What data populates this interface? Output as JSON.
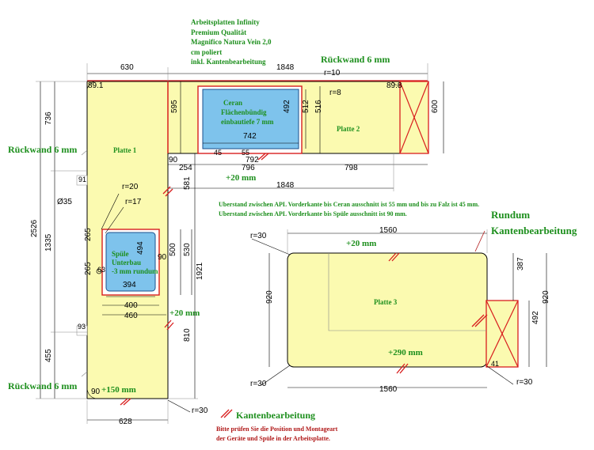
{
  "info": {
    "line1": "Arbeitsplatten Infinity",
    "line2": "Premium Qualität",
    "line3": "Magnifico Natura Vein 2,0",
    "line4": "cm poliert",
    "line5": "inkl. Kantenbearbeitung"
  },
  "labels": {
    "rueckwand_top": "Rückwand 6 mm",
    "rueckwand_left1": "Rückwand 6 mm",
    "rueckwand_left2": "Rückwand 6 mm",
    "platte1": "Platte 1",
    "platte2": "Platte 2",
    "platte3": "Platte 3",
    "ceran1": "Ceran",
    "ceran2": "Flächenbündig",
    "ceran3": "einbautiefe 7 mm",
    "spuele1": "Spüle",
    "spuele2": "Unterbau",
    "spuele3": "-3 mm rundum",
    "plus20_top": "+20 mm",
    "plus20_mid": "+20 mm",
    "plus20_p3": "+20 mm",
    "plus150": "+150 mm",
    "plus290": "+290 mm",
    "rundum1": "Rundum",
    "rundum2": "Kantenbearbeitung",
    "legend_kante": "Kantenbearbeitung",
    "note1": "Uberstand zwischen APL Vorderkante bis Ceran ausschnitt ist 55 mm und bis zu Falz ist 45 mm.",
    "note2": "Uberstand zwischen APL Vorderkante bis Spüle ausschnitt ist 90 mm.",
    "check1": "Bitte prüfen Sie die Position und Montageart",
    "check2": "der Geräte und Spüle in der Arbeitsplatte."
  },
  "dims": {
    "d630": "630",
    "d1848a": "1848",
    "r10": "r=10",
    "d89_1": "89.1",
    "d89_8": "89.8",
    "d736": "736",
    "d595": "595",
    "d492a": "492",
    "d512": "512",
    "d516": "516",
    "r8": "r=8",
    "d742": "742",
    "d55": "55",
    "d45": "45",
    "d792": "792",
    "d796": "796",
    "d798": "798",
    "d600": "600",
    "d90a": "90",
    "d254": "254",
    "d1848b": "1848",
    "d581": "581",
    "d91": "91",
    "r20": "r=20",
    "r17": "r=17",
    "d35": "Ø35",
    "d2526": "2526",
    "d1335": "1335",
    "d265a": "265",
    "d265b": "265",
    "d63": "63",
    "d494": "494",
    "d90b": "90",
    "d394": "394",
    "d500": "500",
    "d530": "530",
    "d1921": "1921",
    "d400": "400",
    "d460": "460",
    "d93": "93",
    "d810": "810",
    "d455": "455",
    "d90c": "90",
    "d628": "628",
    "r30a": "r=30",
    "r30b": "r=30",
    "d1560a": "1560",
    "d387": "387",
    "d920a": "920",
    "d492b": "492",
    "d920b": "920",
    "r30c": "r=30",
    "d1560b": "1560",
    "r30d": "r=30",
    "d41": "41"
  }
}
